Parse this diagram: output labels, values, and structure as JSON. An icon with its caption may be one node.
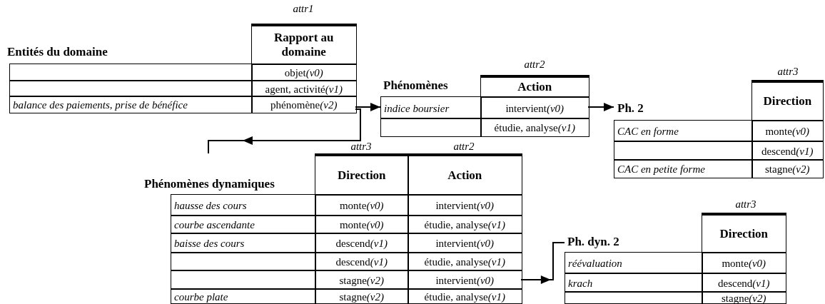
{
  "diagram": {
    "nodes": [
      {
        "text": [
          "Entités du domaine"
        ]
      },
      {
        "text": [
          "Rapport au domaine"
        ],
        "in": 0
      },
      {
        "text": [],
        "shape": "box",
        "in": 0
      },
      {
        "text": [
          "objet",
          "(v0)"
        ],
        "in": 0
      },
      {
        "text": [],
        "shape": "box",
        "in": 0
      },
      {
        "text": [
          "agent, activité",
          "(v1)"
        ],
        "in": 0
      },
      {
        "text": [
          "balance des paiements, prise de bénéfice"
        ],
        "in": 0
      },
      {
        "text": [
          "phénomène",
          "(v2)"
        ],
        "in": 0
      },
      {
        "text": [
          "Phénomènes"
        ]
      },
      {
        "text": [
          "Action"
        ],
        "in": 8
      },
      {
        "text": [
          "indice boursier"
        ],
        "in": 8
      },
      {
        "text": [
          "intervient",
          "(v0)"
        ],
        "in": 8
      },
      {
        "text": [],
        "shape": "box",
        "in": 8
      },
      {
        "text": [
          "étudie, analyse",
          "(v1)"
        ],
        "in": 8
      },
      {
        "text": [
          "Ph. 2"
        ]
      },
      {
        "text": [
          "Direction"
        ],
        "in": 14
      },
      {
        "text": [
          "CAC en forme"
        ],
        "in": 14
      },
      {
        "text": [
          "monte",
          "(v0)"
        ],
        "in": 14
      },
      {
        "text": [],
        "shape": "box",
        "in": 14
      },
      {
        "text": [
          "descend",
          "(v1)"
        ],
        "in": 14
      },
      {
        "text": [
          "CAC en petite forme"
        ],
        "in": 14
      },
      {
        "text": [
          "stagne",
          "(v2)"
        ],
        "in": 14
      },
      {
        "text": [
          "Phénomènes dynamiques"
        ]
      },
      {
        "text": [
          "Direction"
        ],
        "in": 22
      },
      {
        "text": [
          "Action"
        ],
        "in": 22
      },
      {
        "text": [
          "hausse des cours"
        ],
        "in": 22
      },
      {
        "text": [
          "monte",
          "(v0)"
        ],
        "in": 22
      },
      {
        "text": [
          "intervient",
          "(v0)"
        ],
        "in": 22
      },
      {
        "text": [
          "courbe ascendante"
        ],
        "in": 22
      },
      {
        "text": [
          "monte",
          "(v0)"
        ],
        "in": 22
      },
      {
        "text": [
          "étudie, analyse",
          "(v1)"
        ],
        "in": 22
      },
      {
        "text": [
          "baisse des cours"
        ],
        "in": 22
      },
      {
        "text": [
          "descend",
          "(v1)"
        ],
        "in": 22
      },
      {
        "text": [
          "intervient",
          "(v0)"
        ],
        "in": 22
      },
      {
        "text": [],
        "shape": "box",
        "in": 22
      },
      {
        "text": [
          "descend",
          "(v1)"
        ],
        "in": 22
      },
      {
        "text": [
          "étudie, analyse",
          "(v1)"
        ],
        "in": 22
      },
      {
        "text": [],
        "shape": "box",
        "in": 22
      },
      {
        "text": [
          "stagne",
          "(v2)"
        ],
        "in": 22
      },
      {
        "text": [
          "intervient",
          "(v0)"
        ],
        "in": 22
      },
      {
        "text": [
          "courbe plate"
        ],
        "in": 22
      },
      {
        "text": [
          "stagne",
          "(v2)"
        ],
        "in": 22
      },
      {
        "text": [
          "étudie, analyse",
          "(v1)"
        ],
        "in": 22
      },
      {
        "text": [
          "Ph. dyn. 2"
        ]
      },
      {
        "text": [
          "Direction"
        ],
        "in": 43
      },
      {
        "text": [
          "réévaluation"
        ],
        "in": 43
      },
      {
        "text": [
          "monte",
          "(v0)"
        ],
        "in": 43
      },
      {
        "text": [
          "krach"
        ],
        "in": 43
      },
      {
        "text": [
          "descend",
          "(v1)"
        ],
        "in": 43
      },
      {
        "text": [],
        "shape": "box",
        "in": 43
      },
      {
        "text": [
          "stagne",
          "(v2)"
        ],
        "in": 43
      }
    ],
    "edges": [
      {
        "from": 7,
        "to": 10,
        "arrow": "to"
      },
      {
        "from": 11,
        "to": 14,
        "arrow": "to"
      },
      {
        "from": 7,
        "to": 22,
        "arrow": "to"
      },
      {
        "from": 39,
        "to": 43,
        "arrow": "to"
      }
    ],
    "labels": [
      "attr1",
      "attr2",
      "attr3",
      "attr2",
      "attr3",
      "attr3"
    ]
  }
}
